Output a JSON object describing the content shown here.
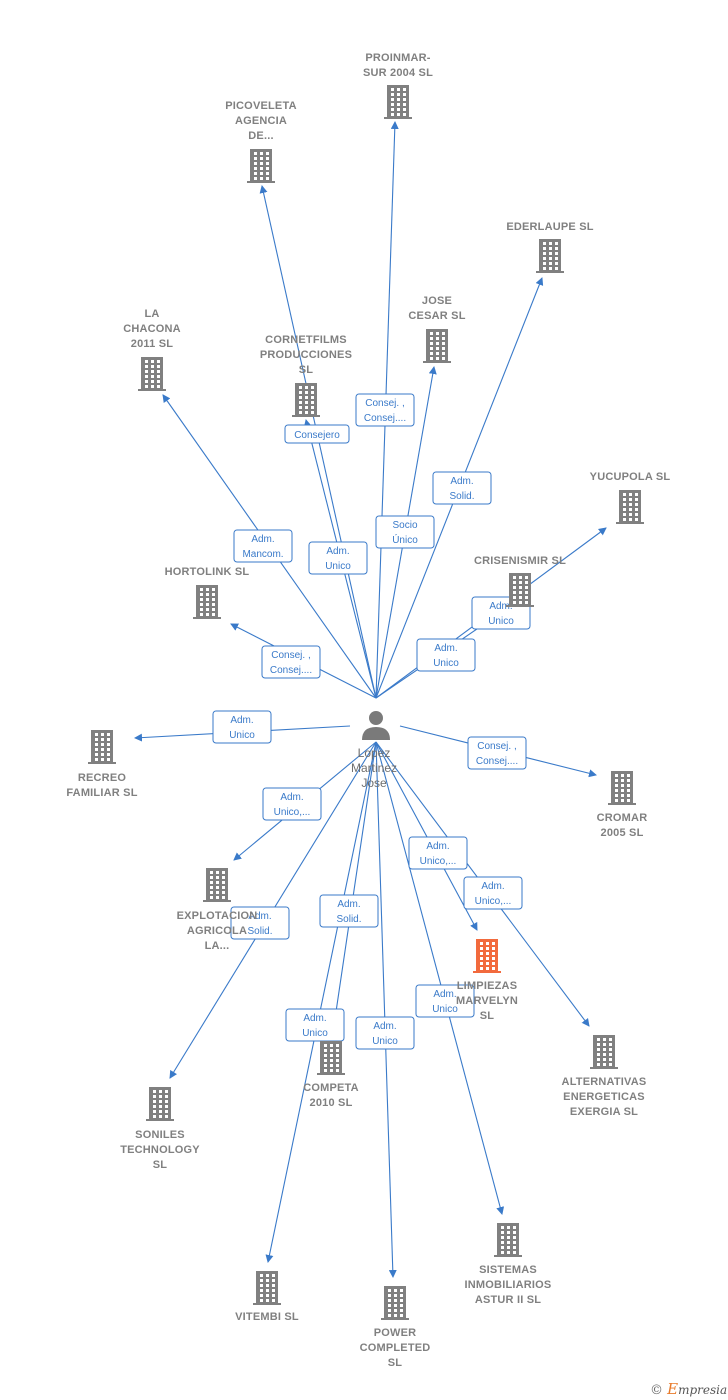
{
  "colors": {
    "edge": "#3a7ac9",
    "building": "#808080",
    "highlight": "#f26a3d",
    "label": "#808080"
  },
  "person": {
    "lines": [
      "Lopez",
      "Martinez",
      "Jose"
    ],
    "icon": "person-icon"
  },
  "companies": [
    {
      "id": "proinmar",
      "lines": [
        "PROINMAR-",
        "SUR 2004 SL"
      ]
    },
    {
      "id": "picoveleta",
      "lines": [
        "PICOVELETA",
        "AGENCIA",
        "DE..."
      ]
    },
    {
      "id": "ederlaupe",
      "lines": [
        "EDERLAUPE SL"
      ]
    },
    {
      "id": "jose-cesar",
      "lines": [
        "JOSE",
        "CESAR  SL"
      ]
    },
    {
      "id": "la-chacona",
      "lines": [
        "LA",
        "CHACONA",
        "2011  SL"
      ]
    },
    {
      "id": "cornetfilms",
      "lines": [
        "CORNETFILMS",
        "PRODUCCIONES",
        "SL"
      ]
    },
    {
      "id": "yucupola",
      "lines": [
        "YUCUPOLA SL"
      ]
    },
    {
      "id": "hortolink",
      "lines": [
        "HORTOLINK SL"
      ]
    },
    {
      "id": "crisenismir",
      "lines": [
        "CRISENISMIR SL"
      ]
    },
    {
      "id": "recreo",
      "lines": [
        "RECREO",
        "FAMILIAR SL"
      ]
    },
    {
      "id": "cromar",
      "lines": [
        "CROMAR",
        "2005 SL"
      ]
    },
    {
      "id": "explotacion",
      "lines": [
        "EXPLOTACION",
        "AGRICOLA",
        "LA..."
      ]
    },
    {
      "id": "limpiezas",
      "lines": [
        "LIMPIEZAS",
        "MARVELYN",
        "SL"
      ],
      "highlight": true
    },
    {
      "id": "alternativas",
      "lines": [
        "ALTERNATIVAS",
        "ENERGETICAS",
        "EXERGIA  SL"
      ]
    },
    {
      "id": "competa",
      "lines": [
        "COMPETA",
        "2010 SL"
      ]
    },
    {
      "id": "soniles",
      "lines": [
        "SONILES",
        "TECHNOLOGY",
        "SL"
      ]
    },
    {
      "id": "sistemas",
      "lines": [
        "SISTEMAS",
        "INMOBILIARIOS",
        "ASTUR II SL"
      ]
    },
    {
      "id": "vitembi",
      "lines": [
        "VITEMBI SL"
      ]
    },
    {
      "id": "power",
      "lines": [
        "POWER",
        "COMPLETED",
        "SL"
      ]
    }
  ],
  "relations": [
    {
      "to": "proinmar",
      "label": [
        "Consej. ,",
        "Consej...."
      ]
    },
    {
      "to": "picoveleta",
      "label": [
        "Adm.",
        "Unico"
      ]
    },
    {
      "to": "ederlaupe",
      "label": [
        "Adm.",
        "Solid."
      ]
    },
    {
      "to": "jose-cesar",
      "label": [
        "Socio",
        "Único"
      ]
    },
    {
      "to": "la-chacona",
      "label": [
        "Adm.",
        "Mancom."
      ]
    },
    {
      "to": "cornetfilms",
      "label": [
        "Consejero"
      ]
    },
    {
      "to": "yucupola",
      "label": [
        "Adm.",
        "Unico"
      ]
    },
    {
      "to": "crisenismir",
      "label": [
        "Adm.",
        "Unico"
      ]
    },
    {
      "to": "hortolink",
      "label": [
        "Consej. ,",
        "Consej...."
      ]
    },
    {
      "to": "recreo",
      "label": [
        "Adm.",
        "Unico"
      ]
    },
    {
      "to": "cromar",
      "label": [
        "Consej. ,",
        "Consej...."
      ]
    },
    {
      "to": "explotacion",
      "label": [
        "Adm.",
        "Unico,..."
      ]
    },
    {
      "to": "soniles",
      "label": [
        "Adm.",
        "Solid."
      ]
    },
    {
      "to": "competa",
      "label": [
        "Adm.",
        "Solid."
      ]
    },
    {
      "to": "vitembi",
      "label": [
        "Adm.",
        "Unico"
      ]
    },
    {
      "to": "power",
      "label": [
        "Adm.",
        "Unico"
      ]
    },
    {
      "to": "limpiezas",
      "label": [
        "Adm.",
        "Unico,..."
      ]
    },
    {
      "to": "alternativas",
      "label": [
        "Adm.",
        "Unico,..."
      ]
    },
    {
      "to": "sistemas",
      "label": [
        "Adm.",
        "Unico"
      ]
    }
  ],
  "footer": {
    "copyright": "©",
    "brand_initial": "E",
    "brand_rest": "mpresia"
  }
}
